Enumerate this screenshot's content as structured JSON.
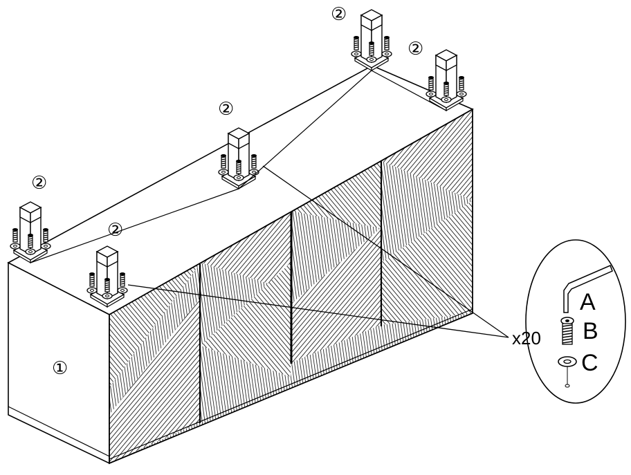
{
  "part_labels": {
    "cabinet": "①",
    "leg": "②"
  },
  "quantity_label": "x20",
  "hardware_labels": {
    "allen_key": "A",
    "screw": "B",
    "washer": "C"
  },
  "colors": {
    "line": "#000000",
    "background": "#ffffff",
    "panel_side": "#f7f7f7",
    "leg_fill": "#ffffff"
  }
}
